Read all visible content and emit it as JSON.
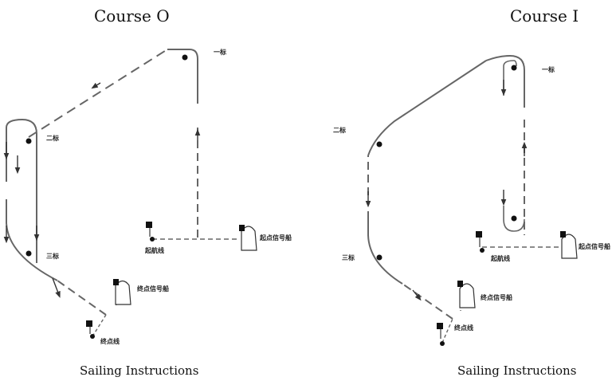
{
  "course_o": {
    "title": "Course O",
    "caption": "Sailing Instructions",
    "marks": {
      "mark1": "一标",
      "mark2": "二标",
      "mark3": "三标"
    },
    "start_line": "起航线",
    "start_boat": "起点信号船",
    "finish_boat": "终点信号船",
    "finish_line": "终点线"
  },
  "course_i": {
    "title": "Course I",
    "caption": "Sailing Instructions",
    "marks": {
      "mark1": "一标",
      "mark2": "二标",
      "mark3": "三标"
    },
    "start_line": "起航线",
    "start_boat": "起点信号船",
    "finish_boat": "终点信号船",
    "finish_line": "终点线"
  },
  "colors": {
    "route": "#666666",
    "mark": "#111111",
    "flag": "#111111"
  }
}
